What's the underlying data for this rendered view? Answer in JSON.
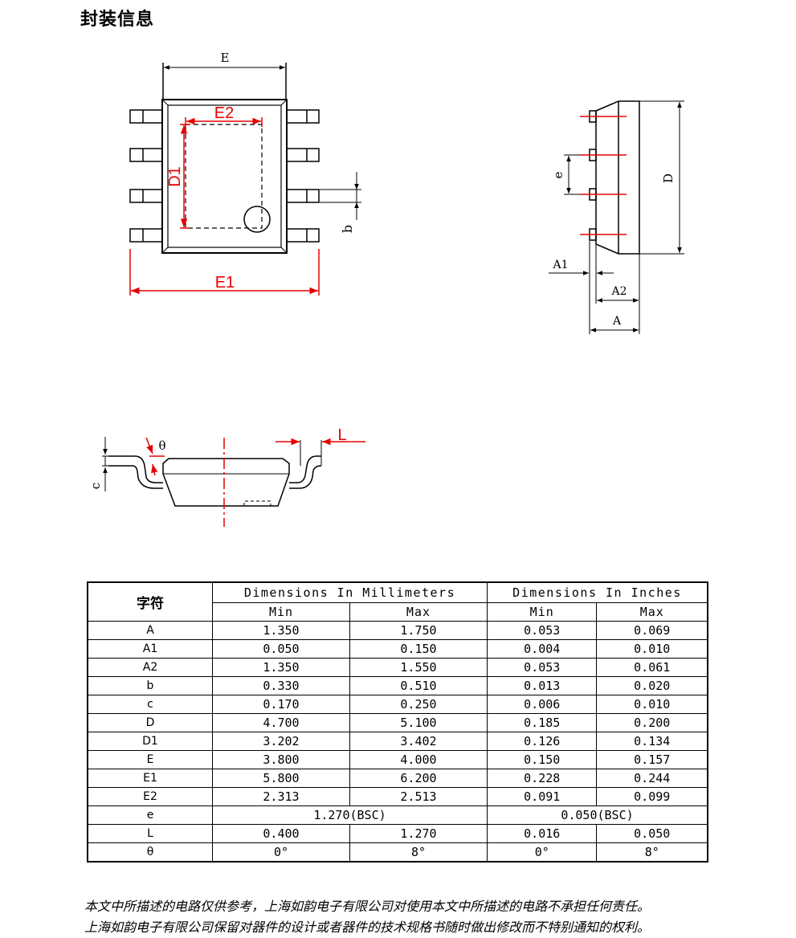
{
  "heading": "封装信息",
  "diagram_labels": {
    "E": "E",
    "E2": "E2",
    "D1": "D1",
    "b": "b",
    "E1": "E1",
    "e": "e",
    "D": "D",
    "A1": "A1",
    "A2": "A2",
    "A": "A",
    "theta": "θ",
    "L": "L",
    "c": "c"
  },
  "table": {
    "symbol_header": "字符",
    "mm_header": "Dimensions In Millimeters",
    "inch_header": "Dimensions In Inches",
    "min_label": "Min",
    "max_label": "Max",
    "rows": [
      {
        "sym": "A",
        "mm_min": "1.350",
        "mm_max": "1.750",
        "in_min": "0.053",
        "in_max": "0.069"
      },
      {
        "sym": "A1",
        "mm_min": "0.050",
        "mm_max": "0.150",
        "in_min": "0.004",
        "in_max": "0.010"
      },
      {
        "sym": "A2",
        "mm_min": "1.350",
        "mm_max": "1.550",
        "in_min": "0.053",
        "in_max": "0.061"
      },
      {
        "sym": "b",
        "mm_min": "0.330",
        "mm_max": "0.510",
        "in_min": "0.013",
        "in_max": "0.020"
      },
      {
        "sym": "c",
        "mm_min": "0.170",
        "mm_max": "0.250",
        "in_min": "0.006",
        "in_max": "0.010"
      },
      {
        "sym": "D",
        "mm_min": "4.700",
        "mm_max": "5.100",
        "in_min": "0.185",
        "in_max": "0.200"
      },
      {
        "sym": "D1",
        "mm_min": "3.202",
        "mm_max": "3.402",
        "in_min": "0.126",
        "in_max": "0.134"
      },
      {
        "sym": "E",
        "mm_min": "3.800",
        "mm_max": "4.000",
        "in_min": "0.150",
        "in_max": "0.157"
      },
      {
        "sym": "E1",
        "mm_min": "5.800",
        "mm_max": "6.200",
        "in_min": "0.228",
        "in_max": "0.244"
      },
      {
        "sym": "E2",
        "mm_min": "2.313",
        "mm_max": "2.513",
        "in_min": "0.091",
        "in_max": "0.099"
      }
    ],
    "e_row": {
      "sym": "e",
      "mm": "1.270(BSC)",
      "in": "0.050(BSC)"
    },
    "tail_rows": [
      {
        "sym": "L",
        "mm_min": "0.400",
        "mm_max": "1.270",
        "in_min": "0.016",
        "in_max": "0.050"
      },
      {
        "sym": "θ",
        "mm_min": "0°",
        "mm_max": "8°",
        "in_min": "0°",
        "in_max": "8°"
      }
    ]
  },
  "notes": [
    "本文中所描述的电路仅供参考，上海如韵电子有限公司对使用本文中所描述的电路不承担任何责任。",
    "上海如韵电子有限公司保留对器件的设计或者器件的技术规格书随时做出修改而不特别通知的权利。"
  ],
  "colors": {
    "dimension_red": "#e60000",
    "line": "#000000"
  }
}
